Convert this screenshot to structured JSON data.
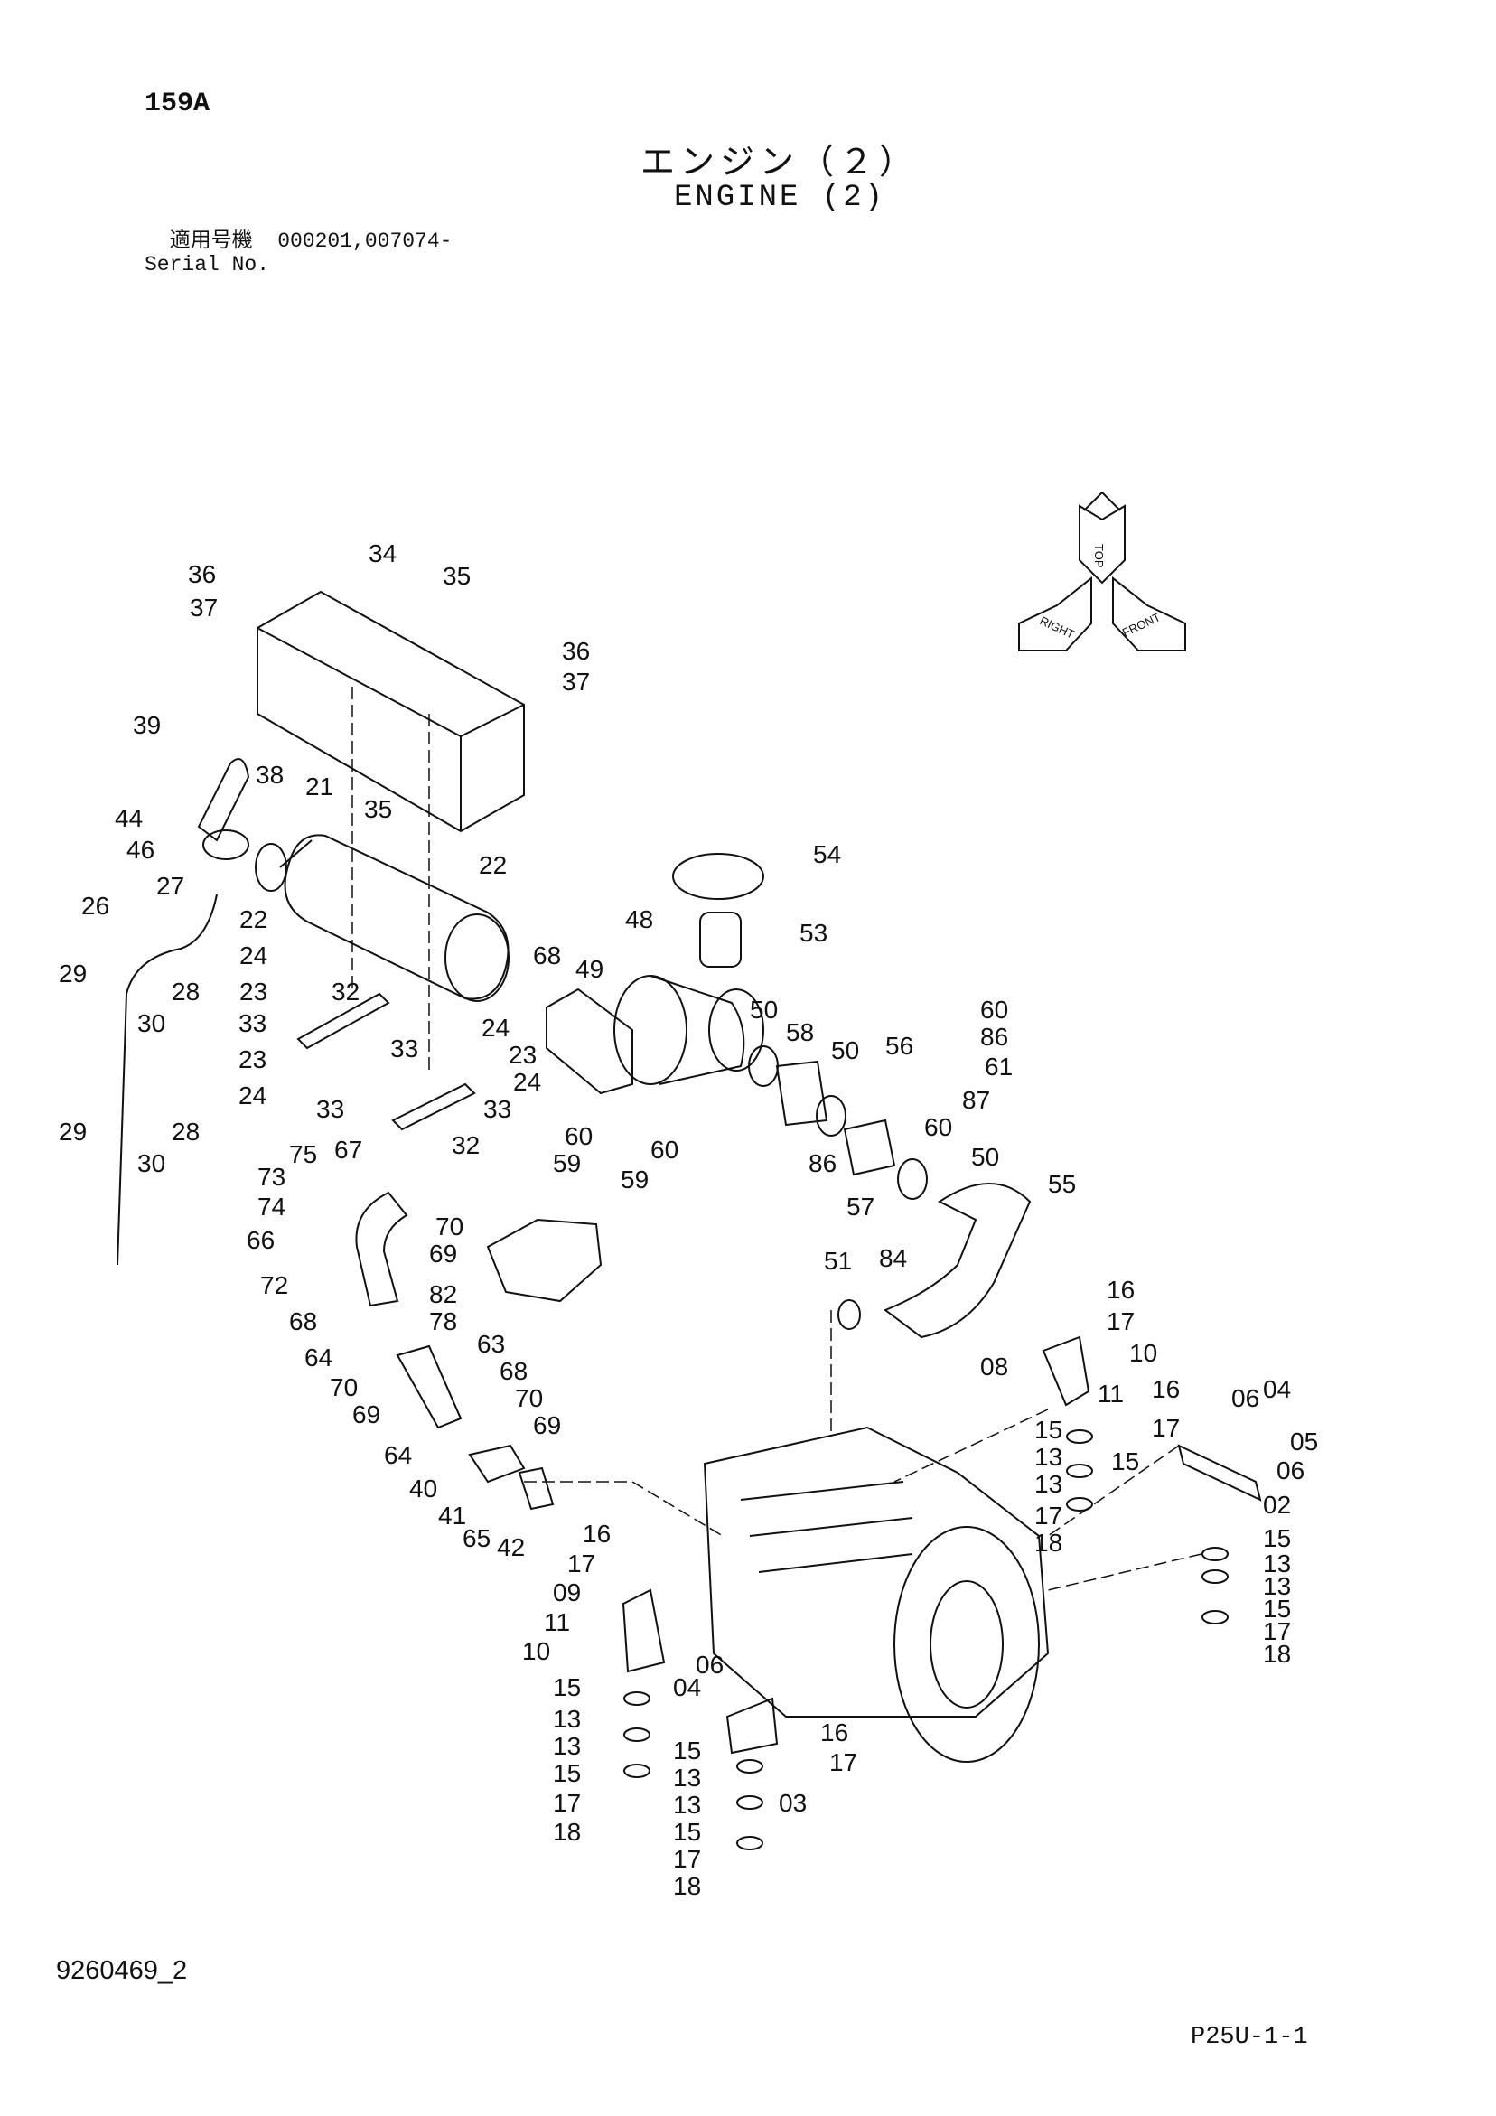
{
  "header": {
    "page_code": "159A",
    "title_jp": "エンジン（２）",
    "title_en": "ENGINE (2)",
    "serial_label_jp": "適用号機",
    "serial_value": "000201,007074-",
    "serial_label_en": "Serial No."
  },
  "footer": {
    "document_number": "9260469_2",
    "page_reference": "P25U-1-1"
  },
  "orientation_arrows": [
    "TOP",
    "RIGHT",
    "FRONT"
  ],
  "callouts": [
    "36",
    "37",
    "34",
    "35",
    "36",
    "37",
    "39",
    "38",
    "21",
    "35",
    "44",
    "46",
    "27",
    "22",
    "26",
    "22",
    "24",
    "68",
    "29",
    "28",
    "30",
    "23",
    "32",
    "33",
    "33",
    "24",
    "23",
    "23",
    "24",
    "29",
    "28",
    "30",
    "24",
    "33",
    "33",
    "32",
    "75",
    "67",
    "73",
    "74",
    "70",
    "66",
    "69",
    "72",
    "82",
    "78",
    "68",
    "63",
    "64",
    "70",
    "69",
    "68",
    "70",
    "69",
    "64",
    "40",
    "41",
    "65",
    "42",
    "48",
    "49",
    "54",
    "53",
    "50",
    "58",
    "50",
    "56",
    "60",
    "86",
    "61",
    "87",
    "60",
    "60",
    "59",
    "60",
    "59",
    "86",
    "57",
    "84",
    "50",
    "55",
    "51",
    "16",
    "17",
    "10",
    "08",
    "11",
    "16",
    "06",
    "04",
    "17",
    "05",
    "15",
    "13",
    "13",
    "15",
    "06",
    "02",
    "17",
    "18",
    "16",
    "17",
    "09",
    "11",
    "10",
    "15",
    "13",
    "13",
    "15",
    "17",
    "18",
    "06",
    "04",
    "16",
    "17",
    "15",
    "13",
    "13",
    "15",
    "17",
    "18",
    "03",
    "15",
    "13",
    "13",
    "15",
    "17",
    "18"
  ]
}
